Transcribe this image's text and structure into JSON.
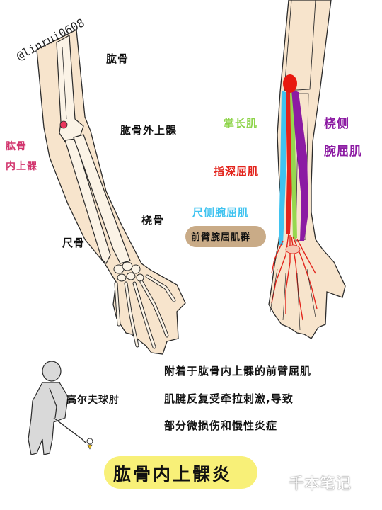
{
  "watermark": "@linrui0608",
  "labels": {
    "humerus": "肱骨",
    "lateral_epicondyle": "肱骨外上髁",
    "medial_epicondyle_line1": "肱骨",
    "medial_epicondyle_line2": "内上髁",
    "radius": "桡骨",
    "ulna": "尺骨",
    "palmaris_longus": "掌长肌",
    "flexor_carpi_radialis_line1": "桡侧",
    "flexor_carpi_radialis_line2": "腕屈肌",
    "flexor_digitorum_profundus": "指深屈肌",
    "flexor_carpi_ulnaris": "尺侧腕屈肌",
    "forearm_flexor_group": "前臂腕屈肌群",
    "golfers_elbow": "高尔夫球肘"
  },
  "description": {
    "line1": "附着于肱骨内上髁的前臂屈肌",
    "line2": "肌腱反复受牵拉刺激,导致",
    "line3": "部分微损伤和慢性炎症"
  },
  "title": "肱骨内上髁炎",
  "brand": "千本笔记",
  "colors": {
    "skin": "#f7e4cc",
    "outline": "#2b2b2b",
    "medial_epicondyle": "#e8365d",
    "tendon_origin": "#e8190f",
    "palmaris_longus": "#96d84e",
    "flexor_carpi_radialis": "#8c1ba3",
    "flexor_digitorum_profundus": "#e3241c",
    "flexor_carpi_ulnaris": "#3fc3f0",
    "flexor_tag_bg": "#c9ab87",
    "title_bg": "#f8f078",
    "golfer": "#d9d9d9"
  }
}
